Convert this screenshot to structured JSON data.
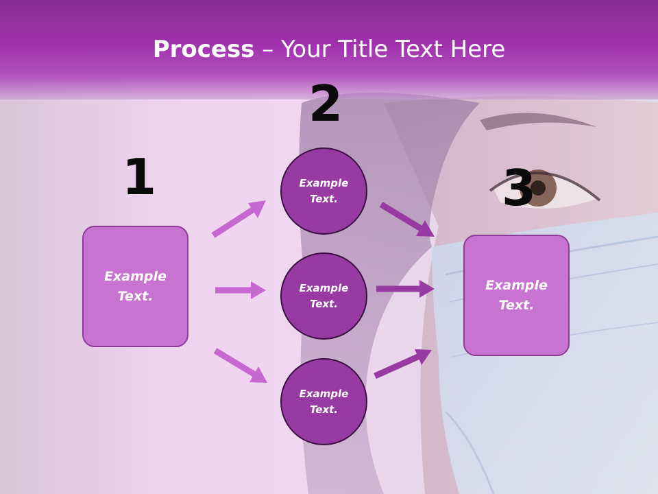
{
  "title": {
    "bold": "Process",
    "rest": " – Your Title Text Here"
  },
  "steps": {
    "one": "1",
    "two": "2",
    "three": "3"
  },
  "left_box": {
    "line1": "Example",
    "line2": "Text."
  },
  "right_box": {
    "line1": "Example",
    "line2": "Text."
  },
  "circles": [
    {
      "line1": "Example",
      "line2": "Text."
    },
    {
      "line1": "Example",
      "line2": "Text."
    },
    {
      "line1": "Example",
      "line2": "Text."
    }
  ],
  "colors": {
    "title_band": "#a032ad",
    "box_fill": "#c873d2",
    "circle_fill": "#973ba2",
    "arrow_light": "#c768d1",
    "arrow_dark": "#973ba2"
  }
}
